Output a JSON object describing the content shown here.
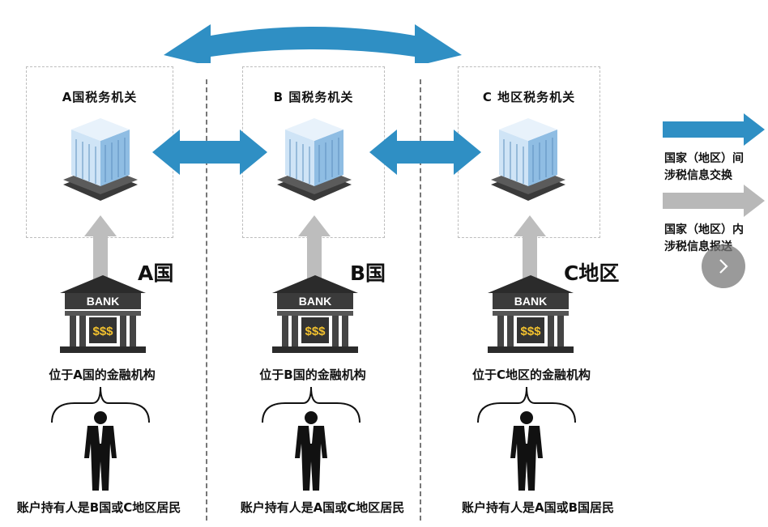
{
  "tax_authorities": [
    {
      "title": "A国税务机关"
    },
    {
      "title": "B 国税务机关"
    },
    {
      "title": "C 地区税务机关"
    }
  ],
  "jurisdictions": [
    {
      "label": "A国",
      "institution": "位于A国的金融机构",
      "holder": "账户持有人是B国或C地区居民"
    },
    {
      "label": "B国",
      "institution": "位于B国的金融机构",
      "holder": "账户持有人是A国或C地区居民"
    },
    {
      "label": "C地区",
      "institution": "位于C地区的金融机构",
      "holder": "账户持有人是A国或B国居民"
    }
  ],
  "bank": {
    "sign": "BANK",
    "money": "$$$"
  },
  "legend": [
    {
      "line1": "国家（地区）间",
      "line2": "涉税信息交换",
      "color": "#2f8fc4"
    },
    {
      "line1": "国家（地区）内",
      "line2": "涉税信息报送",
      "color": "#b8b8b8"
    }
  ],
  "colors": {
    "exchange_arrow": "#2f8fc4",
    "report_arrow": "#bdbdbd",
    "frame": "#bdbdbd"
  },
  "icons": {
    "next": "chevron-right-icon"
  }
}
